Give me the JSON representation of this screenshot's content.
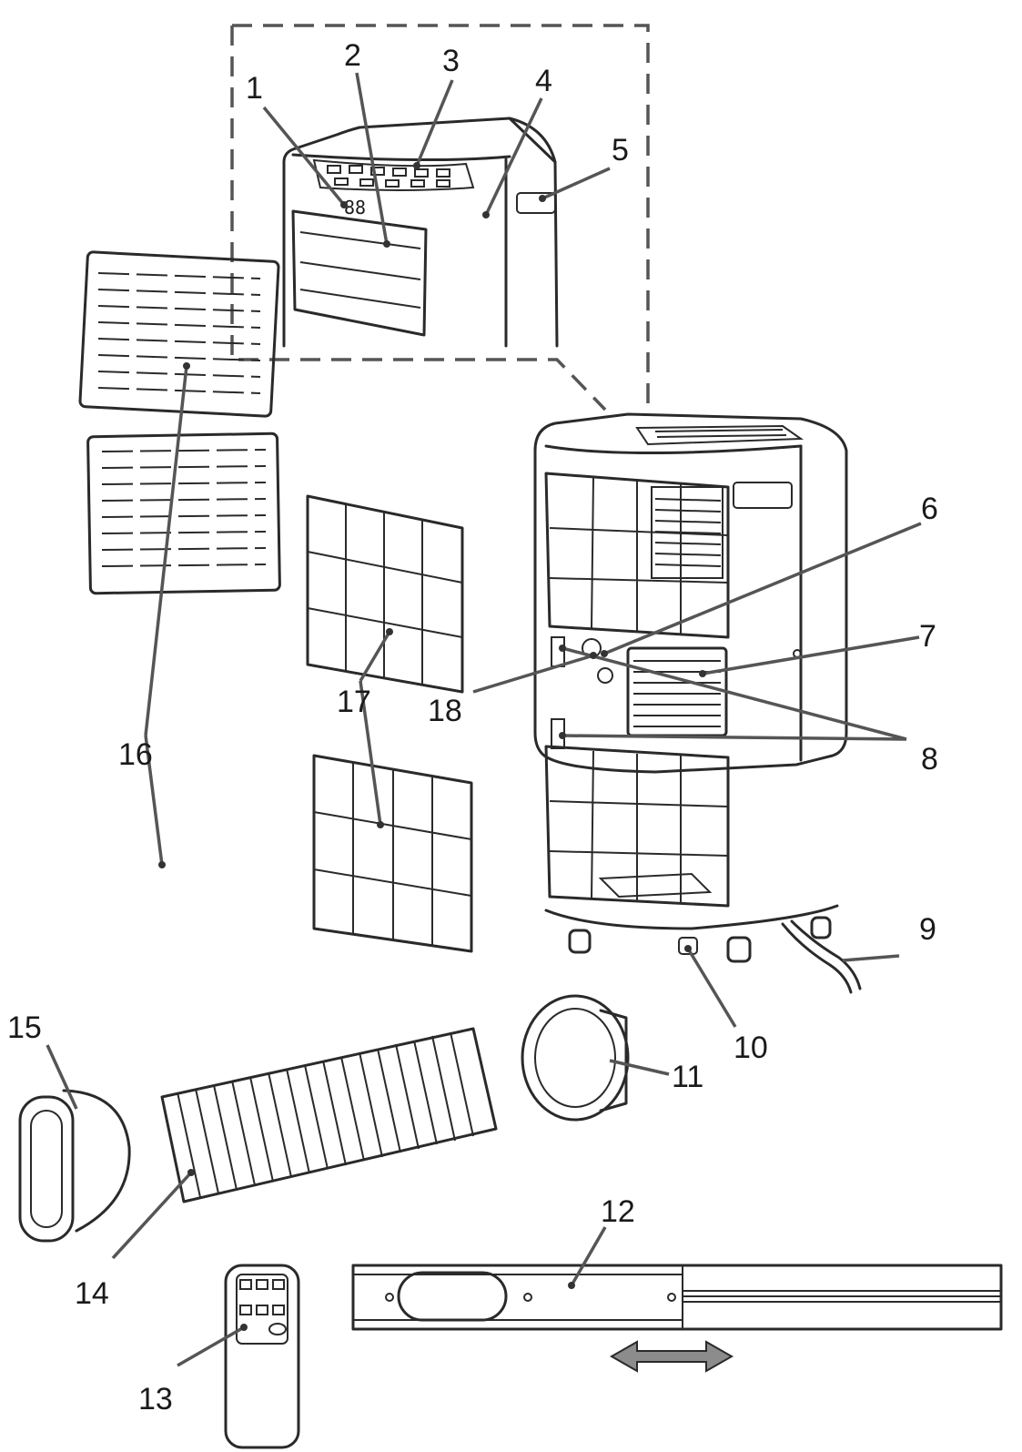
{
  "figure": {
    "callouts": [
      {
        "id": "callout-1",
        "label": "1"
      },
      {
        "id": "callout-2",
        "label": "2"
      },
      {
        "id": "callout-3",
        "label": "3"
      },
      {
        "id": "callout-4",
        "label": "4"
      },
      {
        "id": "callout-5",
        "label": "5"
      },
      {
        "id": "callout-6",
        "label": "6"
      },
      {
        "id": "callout-7",
        "label": "7"
      },
      {
        "id": "callout-8",
        "label": "8"
      },
      {
        "id": "callout-9",
        "label": "9"
      },
      {
        "id": "callout-10",
        "label": "10"
      },
      {
        "id": "callout-11",
        "label": "11"
      },
      {
        "id": "callout-12",
        "label": "12"
      },
      {
        "id": "callout-13",
        "label": "13"
      },
      {
        "id": "callout-14",
        "label": "14"
      },
      {
        "id": "callout-15",
        "label": "15"
      },
      {
        "id": "callout-16a",
        "label": "16"
      },
      {
        "id": "callout-16b",
        "label": "16"
      },
      {
        "id": "callout-17a",
        "label": "17"
      },
      {
        "id": "callout-17b",
        "label": "17"
      },
      {
        "id": "callout-18",
        "label": "18"
      }
    ],
    "display_readout": "88",
    "colors": {
      "line": "#2a2a2a",
      "leader": "#555555",
      "arrow_fill": "#8c8c8c"
    }
  }
}
